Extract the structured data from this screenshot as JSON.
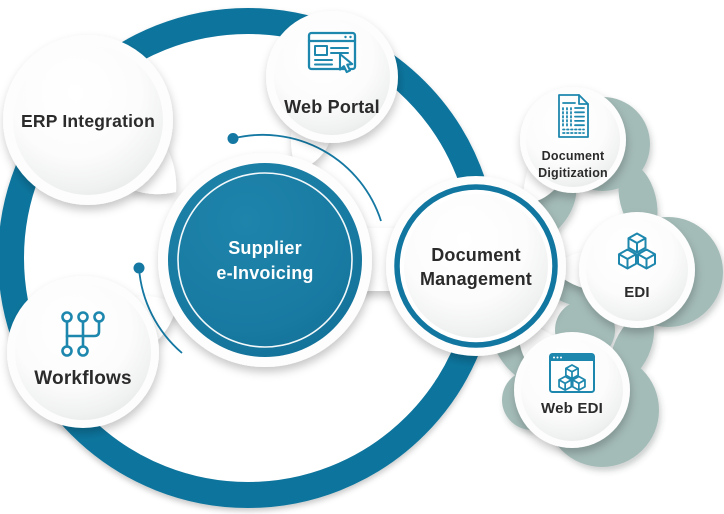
{
  "diagram": {
    "center": {
      "label_line1": "Supplier",
      "label_line2": "e-Invoicing"
    },
    "nodes": {
      "erp": {
        "label": "ERP Integration"
      },
      "web_portal": {
        "label": "Web Portal",
        "icon": "browser-cursor-icon"
      },
      "workflows": {
        "label": "Workflows",
        "icon": "workflow-nodes-icon"
      },
      "document_management": {
        "label_line1": "Document",
        "label_line2": "Management"
      },
      "document_digitization": {
        "label_line1": "Document",
        "label_line2": "Digitization",
        "icon": "scanned-document-icon"
      },
      "edi": {
        "label": "EDI",
        "icon": "cubes-icon"
      },
      "web_edi": {
        "label": "Web EDI",
        "icon": "browser-cubes-icon"
      }
    },
    "colors": {
      "primary_teal": "#11759d",
      "center_fill": "#187aa1",
      "icon_blue": "#1d87ae",
      "sage": "#a4bcb8",
      "text_dark": "#2b2b2b"
    }
  }
}
